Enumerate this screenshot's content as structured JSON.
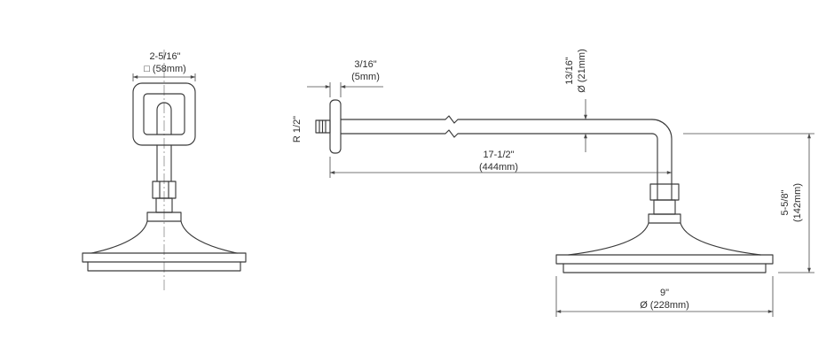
{
  "drawing": {
    "description": "Technical dimension drawing of a ceiling/wall shower arm with traditional bell shower head, front view and side view",
    "colors": {
      "line": "#3a3a3a",
      "dimension_line": "#4a4a4a",
      "text": "#2e2e2e",
      "background": "#ffffff"
    },
    "front": {
      "width_dim": {
        "line1": "2-5/16\"",
        "line2": "□ (58mm)"
      }
    },
    "side": {
      "flange_dim": {
        "line1": "3/16\"",
        "line2": "(5mm)"
      },
      "thread_label": "R 1/2\"",
      "pipe_dia_dim": {
        "line1": "13/16\"",
        "line2": "Ø (21mm)"
      },
      "arm_length_dim": {
        "line1": "17-1/2\"",
        "line2": "(444mm)"
      },
      "drop_dim": {
        "line1": "5-5/8\"",
        "line2": "(142mm)"
      },
      "head_dia_dim": {
        "line1": "9\"",
        "line2": "Ø (228mm)"
      }
    }
  }
}
